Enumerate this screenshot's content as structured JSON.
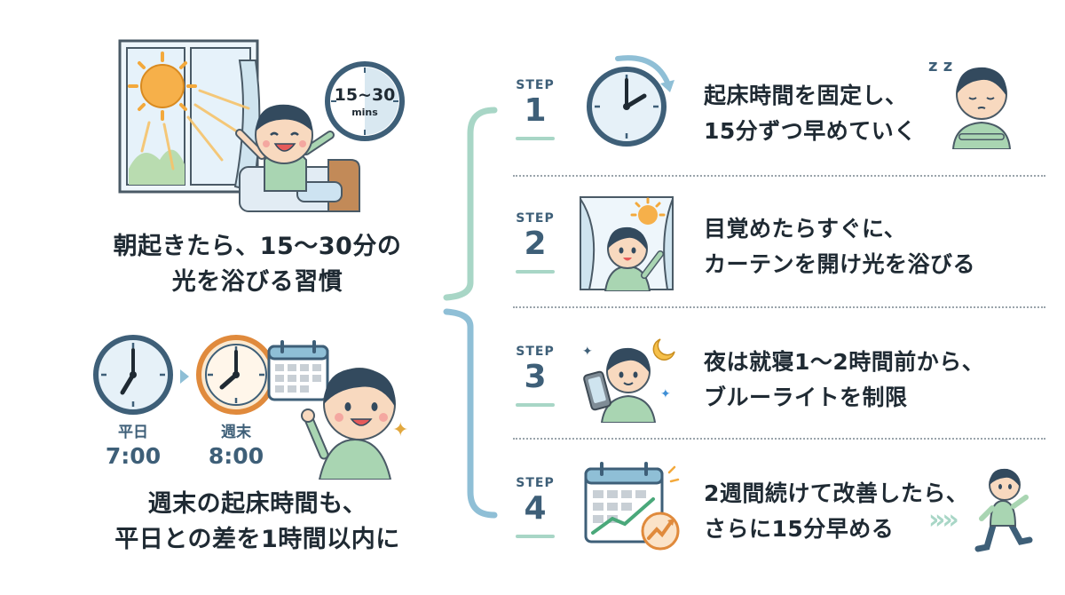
{
  "left": {
    "top_timer_text": "15~30",
    "top_timer_unit": "mins",
    "top_caption": [
      "朝起きたら、15〜30分の",
      "光を浴びる習慣"
    ],
    "weekday_label": "平日",
    "weekday_time": "7:00",
    "weekend_label": "週末",
    "weekend_time": "8:00",
    "bottom_caption": [
      "週末の起床時間も、",
      "平日との差を1時間以内に"
    ]
  },
  "steps": [
    {
      "label": "STEP",
      "number": "1",
      "text": [
        "起床時間を固定し、",
        "15分ずつ早めていく"
      ],
      "icon": "clock-icon",
      "zz": "z z"
    },
    {
      "label": "STEP",
      "number": "2",
      "text": [
        "目覚めたらすぐに、",
        "カーテンを開け光を浴びる"
      ],
      "icon": "curtain-window-icon"
    },
    {
      "label": "STEP",
      "number": "3",
      "text": [
        "夜は就寝1〜2時間前から、",
        "ブルーライトを制限"
      ],
      "icon": "smartphone-icon"
    },
    {
      "label": "STEP",
      "number": "4",
      "text": [
        "2週間続けて改善したら、",
        "さらに15分早める"
      ],
      "icon": "calendar-chart-icon",
      "arrows": "»»"
    }
  ],
  "colors": {
    "accent_green": "#a8d6c6",
    "accent_blue": "#8fbfd6",
    "text_navy": "#3e5f78",
    "sun": "#f3a93c",
    "shirt": "#a9d5b2"
  }
}
